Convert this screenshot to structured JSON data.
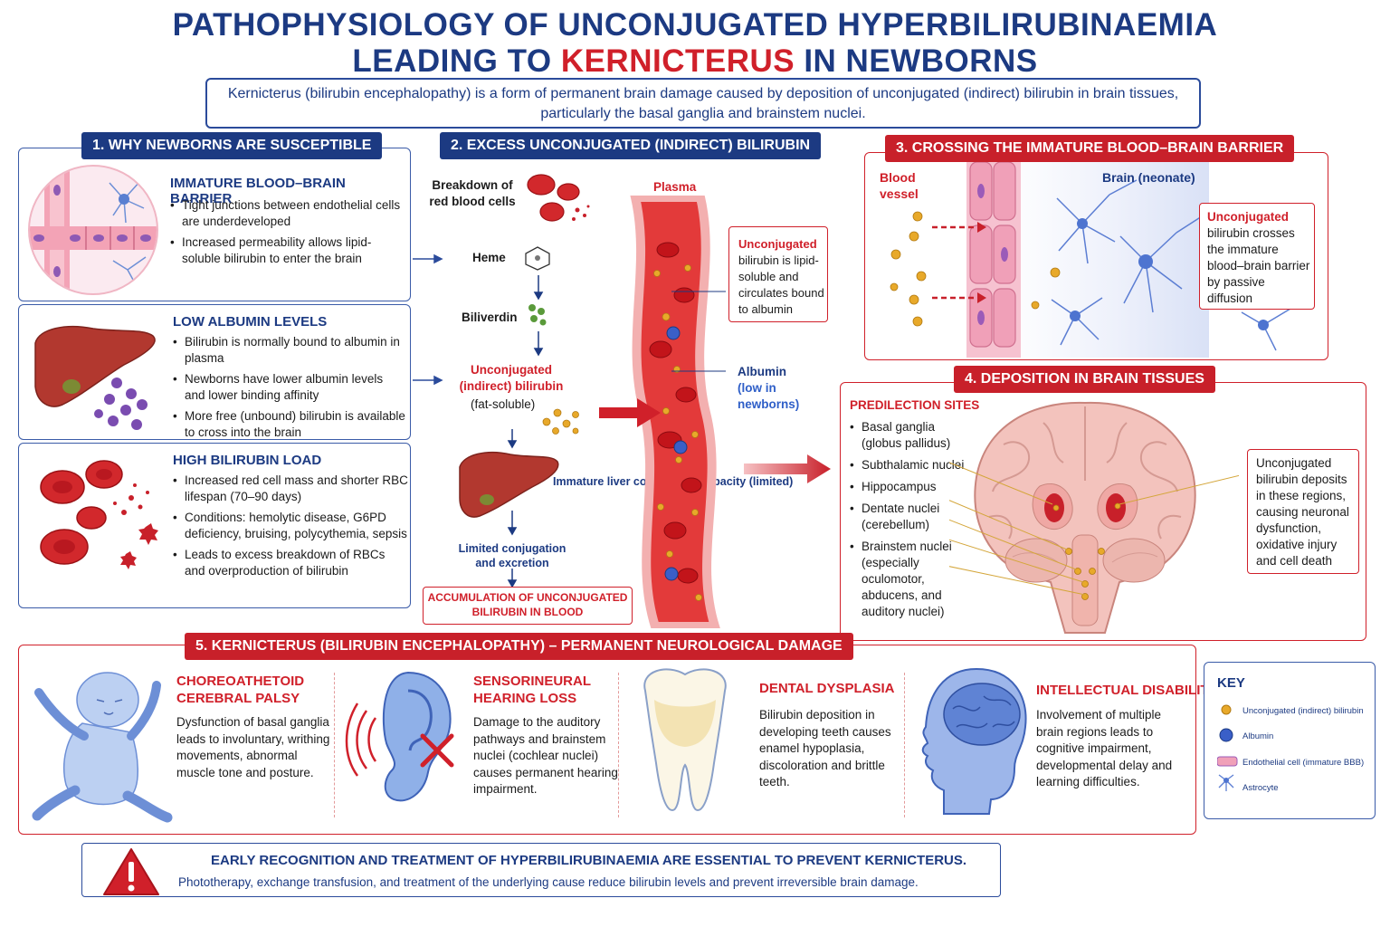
{
  "title": {
    "line1": "PATHOPHYSIOLOGY OF UNCONJUGATED HYPERBILIRUBINAEMIA",
    "line2_pre": "LEADING TO ",
    "line2_red": "KERNICTERUS",
    "line2_post": " IN NEWBORNS"
  },
  "intro": "Kernicterus (bilirubin encephalopathy) is a form of permanent brain damage caused by deposition of unconjugated (indirect) bilirubin in brain tissues, particularly the basal ganglia and brainstem nuclei.",
  "sec1": {
    "header": "1. WHY NEWBORNS ARE SUSCEPTIBLE",
    "cards": [
      {
        "title": "IMMATURE BLOOD–BRAIN BARRIER",
        "bullets": [
          "Tight junctions between endothelial cells are underdeveloped",
          "Increased permeability allows lipid-soluble bilirubin to enter the brain"
        ]
      },
      {
        "title": "LOW ALBUMIN LEVELS",
        "bullets": [
          "Bilirubin is normally bound to albumin in plasma",
          "Newborns have lower albumin levels and lower binding affinity",
          "More free (unbound) bilirubin is available to cross into the brain"
        ]
      },
      {
        "title": "HIGH BILIRUBIN LOAD",
        "bullets": [
          "Increased red cell mass and shorter RBC lifespan (70–90 days)",
          "Conditions: hemolytic disease, G6PD deficiency, bruising, polycythemia, sepsis",
          "Leads to excess breakdown of RBCs and overproduction of bilirubin"
        ]
      }
    ]
  },
  "sec2": {
    "header": "2. EXCESS UNCONJUGATED (INDIRECT) BILIRUBIN",
    "breakdown": "Breakdown of red blood cells",
    "heme": "Heme",
    "biliverdin": "Biliverdin",
    "unconj_red": "Unconjugated (indirect) bilirubin",
    "fat_soluble": "(fat-soluble)",
    "immature_liver": "Immature liver conjugation capacity (limited)",
    "limited": "Limited conjugation and excretion",
    "accumulation": "ACCUMULATION OF UNCONJUGATED BILIRUBIN IN BLOOD",
    "plasma": "Plasma",
    "callout_red": "Unconjugated",
    "callout_rest": "bilirubin is lipid-soluble and circulates bound to albumin",
    "albumin": "Albumin",
    "albumin_note": "(low in newborns)"
  },
  "sec3": {
    "header": "3. CROSSING THE IMMATURE BLOOD–BRAIN BARRIER",
    "vessel": "Blood vessel",
    "brain": "Brain (neonate)",
    "callout_red": "Unconjugated",
    "callout_rest": "bilirubin crosses the immature blood–brain barrier by passive diffusion"
  },
  "sec4": {
    "header": "4. DEPOSITION IN BRAIN TISSUES",
    "sites_title": "PREDILECTION SITES",
    "sites": [
      "Basal ganglia (globus pallidus)",
      "Subthalamic nuclei",
      "Hippocampus",
      "Dentate nuclei (cerebellum)",
      "Brainstem nuclei (especially oculomotor, abducens, and auditory nuclei)"
    ],
    "callout": "Unconjugated bilirubin deposits in these regions, causing neuronal dysfunction, oxidative injury and cell death"
  },
  "sec5": {
    "header": "5. KERNICTERUS (BILIRUBIN ENCEPHALOPATHY) – PERMANENT NEUROLOGICAL DAMAGE",
    "items": [
      {
        "title": "CHOREOATHETOID CEREBRAL PALSY",
        "text": "Dysfunction of basal ganglia leads to involuntary, writhing movements, abnormal muscle tone and posture."
      },
      {
        "title": "SENSORINEURAL HEARING LOSS",
        "text": "Damage to the auditory pathways and brainstem nuclei (cochlear nuclei) causes permanent hearing impairment."
      },
      {
        "title": "DENTAL DYSPLASIA",
        "text": "Bilirubin deposition in developing teeth causes enamel hypoplasia, discoloration and brittle teeth."
      },
      {
        "title": "INTELLECTUAL DISABILITY",
        "text": "Involvement of multiple brain regions leads to cognitive impairment, developmental delay and learning difficulties."
      }
    ]
  },
  "key": {
    "title": "KEY",
    "items": [
      "Unconjugated (indirect) bilirubin",
      "Albumin",
      "Endothelial cell (immature BBB)",
      "Astrocyte"
    ]
  },
  "warning": {
    "title": "EARLY RECOGNITION AND TREATMENT OF HYPERBILIRUBINAEMIA ARE ESSENTIAL TO PREVENT KERNICTERUS.",
    "text": "Phototherapy, exchange transfusion, and treatment of the underlying cause reduce bilirubin levels and prevent irreversible brain damage."
  },
  "colors": {
    "navy": "#1c3a82",
    "red": "#d0202a",
    "bilirubin": "#e8a92a",
    "albumin": "#3a5fc8"
  }
}
